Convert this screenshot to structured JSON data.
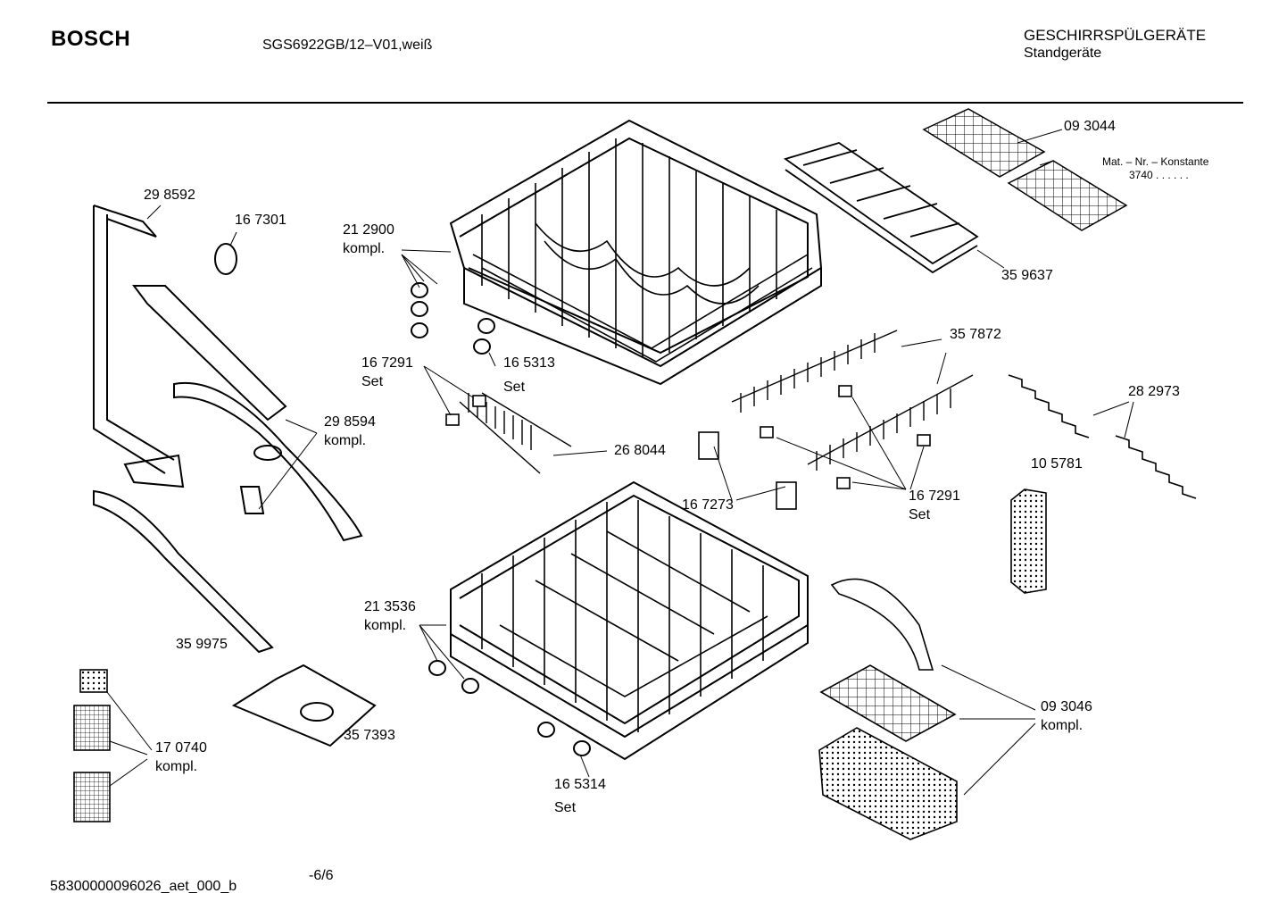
{
  "header": {
    "brand": "BOSCH",
    "model": "SGS6922GB/12–V01,weiß",
    "category": "GESCHIRRSPÜLGERÄTE",
    "subcategory": "Standgeräte"
  },
  "constant_note": {
    "title": "Mat. – Nr. – Konstante",
    "value": "3740 . . . . . ."
  },
  "labels": {
    "p093044": "09 3044",
    "p359637": "35 9637",
    "p298592": "29 8592",
    "p167301": "16 7301",
    "p212900": "21 2900",
    "p212900_note": "kompl.",
    "p167291a": "16 7291",
    "p167291a_note": "Set",
    "p165313": "16 5313",
    "p165313_note": "Set",
    "p298594": "29 8594",
    "p298594_note": "kompl.",
    "p268044": "26 8044",
    "p357872": "35 7872",
    "p282973": "28 2973",
    "p105781": "10 5781",
    "p167273": "16 7273",
    "p167291b": "16 7291",
    "p167291b_note": "Set",
    "p213536": "21 3536",
    "p213536_note": "kompl.",
    "p359975": "35 9975",
    "p357393": "35 7393",
    "p170740": "17 0740",
    "p170740_note": "kompl.",
    "p165314": "16 5314",
    "p165314_note": "Set",
    "p093046": "09 3046",
    "p093046_note": "kompl."
  },
  "footer": {
    "doc_id": "58300000096026_aet_000_b",
    "page": "-6/6"
  }
}
